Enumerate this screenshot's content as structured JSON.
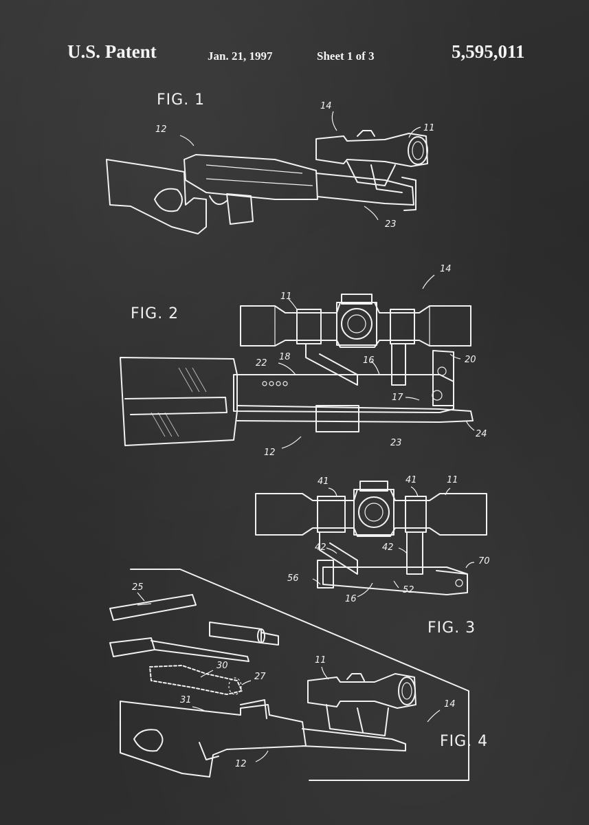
{
  "header": {
    "title": "U.S. Patent",
    "date": "Jan. 21, 1997",
    "sheet": "Sheet 1 of 3",
    "patent_number": "5,595,011"
  },
  "figures": {
    "fig1": "FIG. 1",
    "fig2": "FIG. 2",
    "fig3": "FIG. 3",
    "fig4": "FIG. 4"
  },
  "refs": {
    "fig1": {
      "r12": "12",
      "r14": "14",
      "r11": "11",
      "r23": "23"
    },
    "fig2": {
      "r14": "14",
      "r11": "11",
      "r22": "22",
      "r18": "18",
      "r16": "16",
      "r20": "20",
      "r17": "17",
      "r23": "23",
      "r24": "24",
      "r12": "12"
    },
    "fig3": {
      "r41a": "41",
      "r41b": "41",
      "r11": "11",
      "r42a": "42",
      "r42b": "42",
      "r70": "70",
      "r56": "56",
      "r52": "52",
      "r16": "16"
    },
    "fig4": {
      "r25": "25",
      "r30": "30",
      "r27": "27",
      "r11": "11",
      "r31": "31",
      "r14": "14",
      "r12": "12"
    }
  },
  "colors": {
    "background": "#2c2c2c",
    "ink": "#f2f2f2"
  }
}
